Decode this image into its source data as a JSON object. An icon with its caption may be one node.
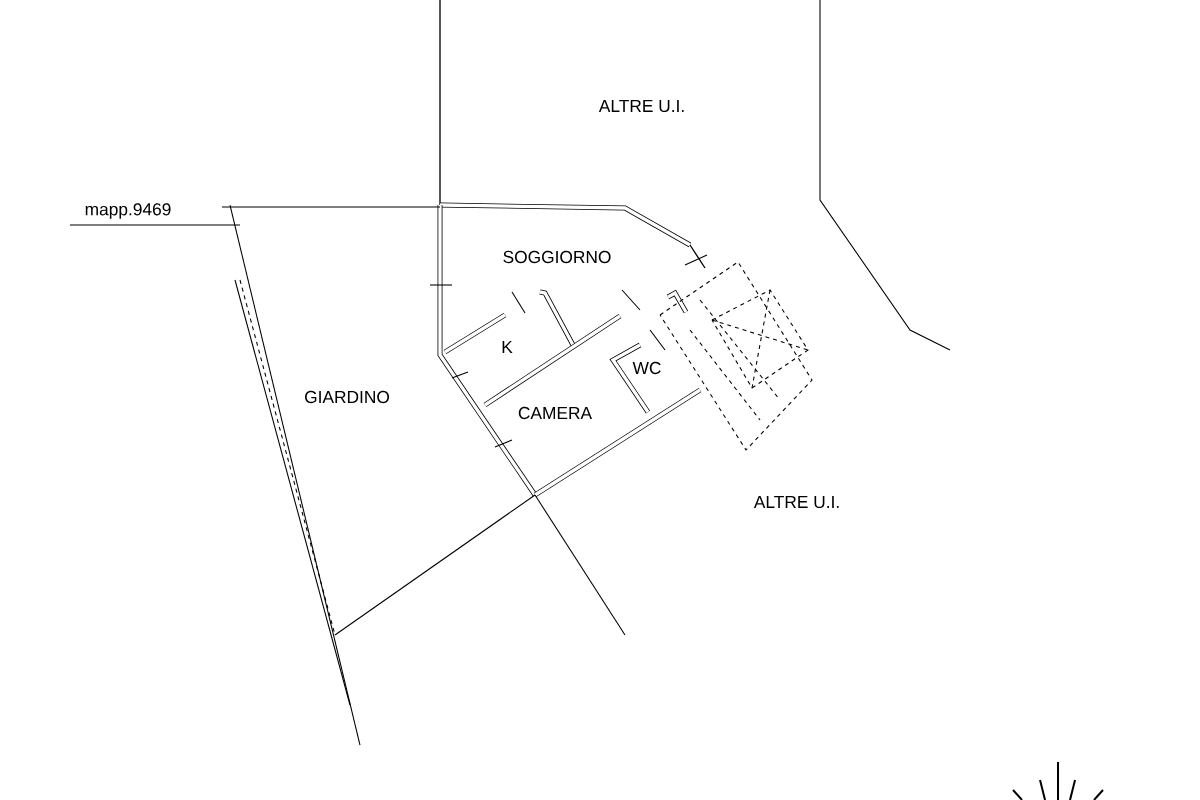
{
  "diagram": {
    "labels": [
      "ALTRE U.I.",
      "mapp.9469",
      "SOGGIORNO",
      "K",
      "WC",
      "GIARDINO",
      "CAMERA",
      "ALTRE U.I."
    ]
  }
}
